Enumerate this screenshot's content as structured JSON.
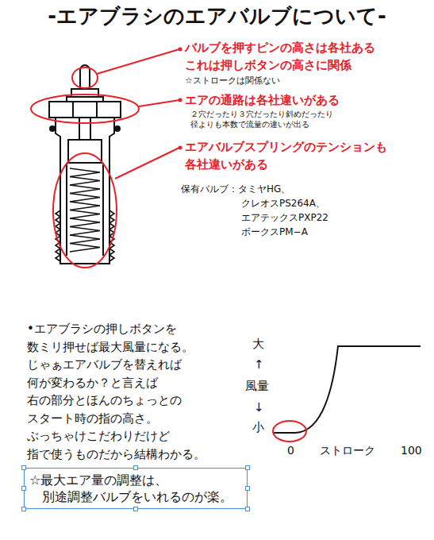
{
  "diagram": {
    "title": "-エアブラシのエアバルブについて-",
    "nodes": [
      {
        "text": [
          "☆最大エア量の調整は、 別途調整バルブをいれるのが楽。"
        ]
      }
    ],
    "labels": [
      "バルブを押すピンの高さは各社ある これは押しボタンの高さに関係",
      "☆ストロークは関係ない",
      "エアの通路は各社違いがある",
      "２穴だったり３穴だったり斜めだったり 径よりも本数で流量の違いが出る",
      "エアバルブスプリングのテンションも 各社違いがある",
      "保有バルブ：タミヤHG、",
      "クレオスPS264A、",
      "エアテックスPXP22",
      "ボークスPM−A",
      "•エアブラシの押しボタンを 数ミリ押せば最大風量になる。 じゃぁエアバルブを替えれば 何が変わるか？と言えば 右の部分とほんのちょっとの スタート時の指の高さ。 ぶっちゃけこだわりだけど 指で使うものだから結構わかる。",
      "大",
      "↑",
      "風量",
      "↓",
      "小",
      "0",
      "ストローク",
      "100"
    ]
  }
}
